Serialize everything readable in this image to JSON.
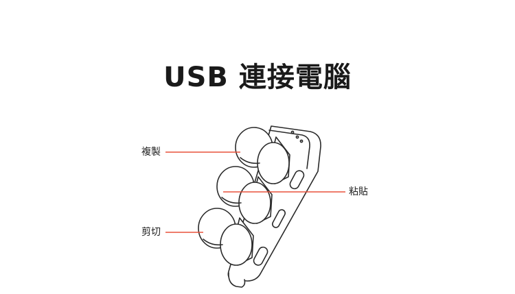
{
  "title": "USB 連接電腦",
  "labels": {
    "copy": "複製",
    "paste": "粘貼",
    "cut": "剪切"
  },
  "colors": {
    "callout_line": "#e8503a",
    "outline": "#2a2a2a",
    "text": "#1a1a1a"
  }
}
